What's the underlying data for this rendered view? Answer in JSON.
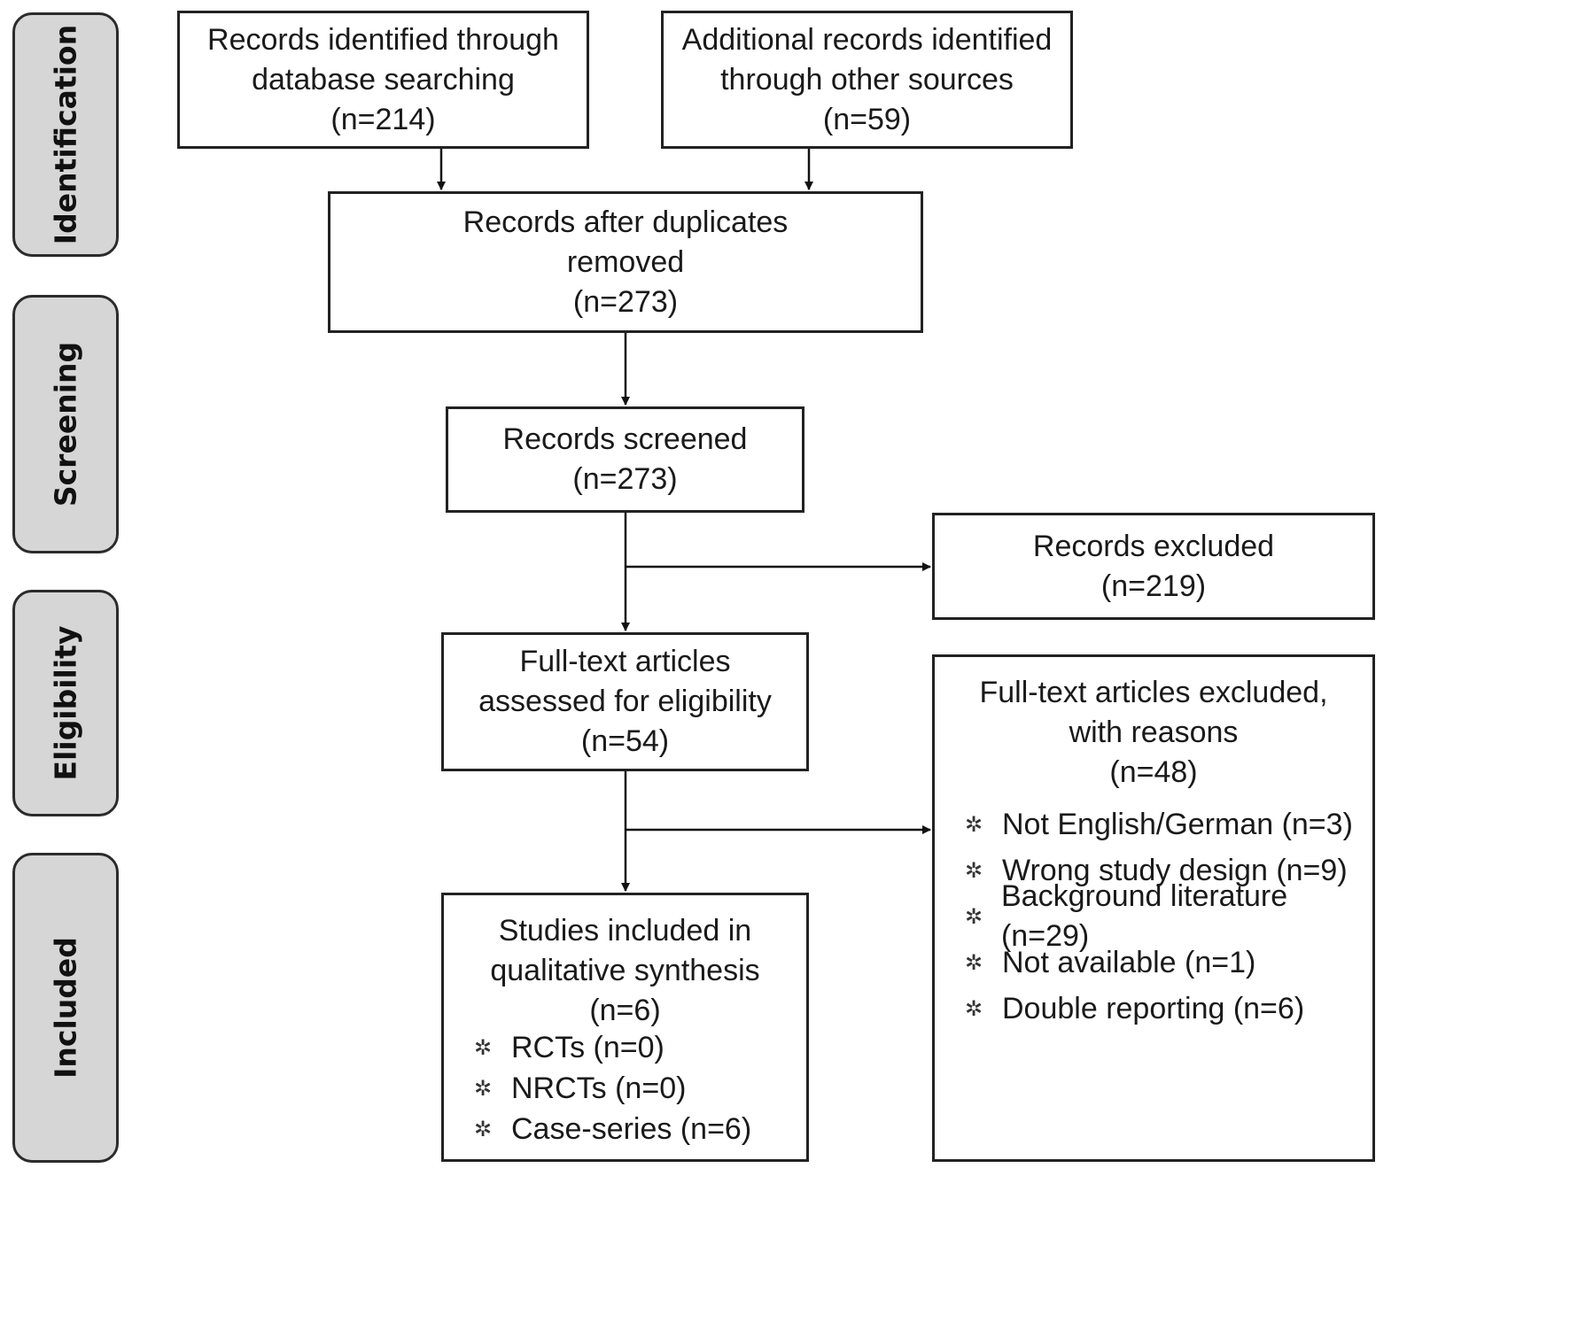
{
  "phases": {
    "identification": "Identification",
    "screening": "Screening",
    "eligibility": "Eligibility",
    "included": "Included"
  },
  "boxes": {
    "database": {
      "line1": "Records identified through",
      "line2": "database searching",
      "count": "(n=214)"
    },
    "additional": {
      "line1": "Additional records identified",
      "line2": "through other sources",
      "count": "(n=59)"
    },
    "after_duplicates": {
      "line1": "Records after duplicates",
      "line2": "removed",
      "count": "(n=273)"
    },
    "screened": {
      "line1": "Records screened",
      "count": "(n=273)"
    },
    "excluded": {
      "line1": "Records excluded",
      "count": "(n=219)"
    },
    "fulltext": {
      "line1": "Full-text articles",
      "line2": "assessed for eligibility",
      "count": "(n=54)"
    },
    "fulltext_excluded": {
      "line1": "Full-text articles excluded,",
      "line2": "with reasons",
      "count": "(n=48)",
      "reasons": [
        "Not English/German (n=3)",
        "Wrong study design (n=9)",
        "Background literature (n=29)",
        "Not available (n=1)",
        "Double reporting (n=6)"
      ]
    },
    "included": {
      "line1": "Studies included in",
      "line2": "qualitative synthesis",
      "count": "(n=6)",
      "items": [
        "RCTs (n=0)",
        "NRCTs (n=0)",
        "Case-series (n=6)"
      ]
    }
  },
  "bullet_icon": "snowflake-bullet-icon"
}
